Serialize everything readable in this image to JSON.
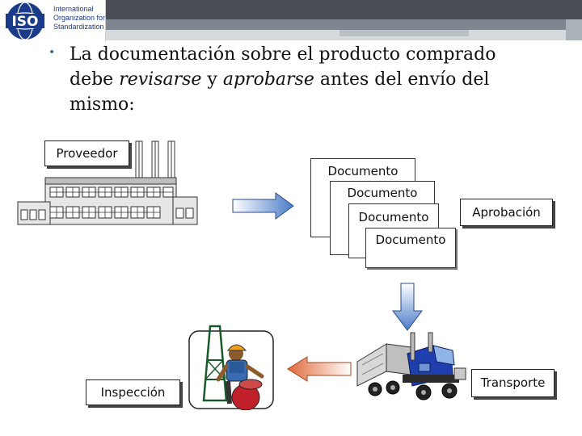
{
  "header": {
    "logo_mark": "ISO",
    "logo_lines": [
      "International",
      "Organization for",
      "Standardization"
    ]
  },
  "bullet": {
    "line1": "La documentación sobre el producto comprado",
    "line2_a": "debe ",
    "line2_b": "revisarse",
    "line2_c": " y ",
    "line2_d": "aprobarse",
    "line2_e": " antes del envío del",
    "line3": "mismo:"
  },
  "diagram": {
    "supplier_label": "Proveedor",
    "documents": [
      "Documento",
      "Documento",
      "Documento",
      "Documento"
    ],
    "approval_label": "Aprobación",
    "transport_label": "Transporte",
    "inspection_label": "Inspección"
  },
  "colors": {
    "arrow_blue": "#4a7cc8",
    "header_dark": "#4b4f55",
    "truck_blue": "#1f3fae"
  }
}
